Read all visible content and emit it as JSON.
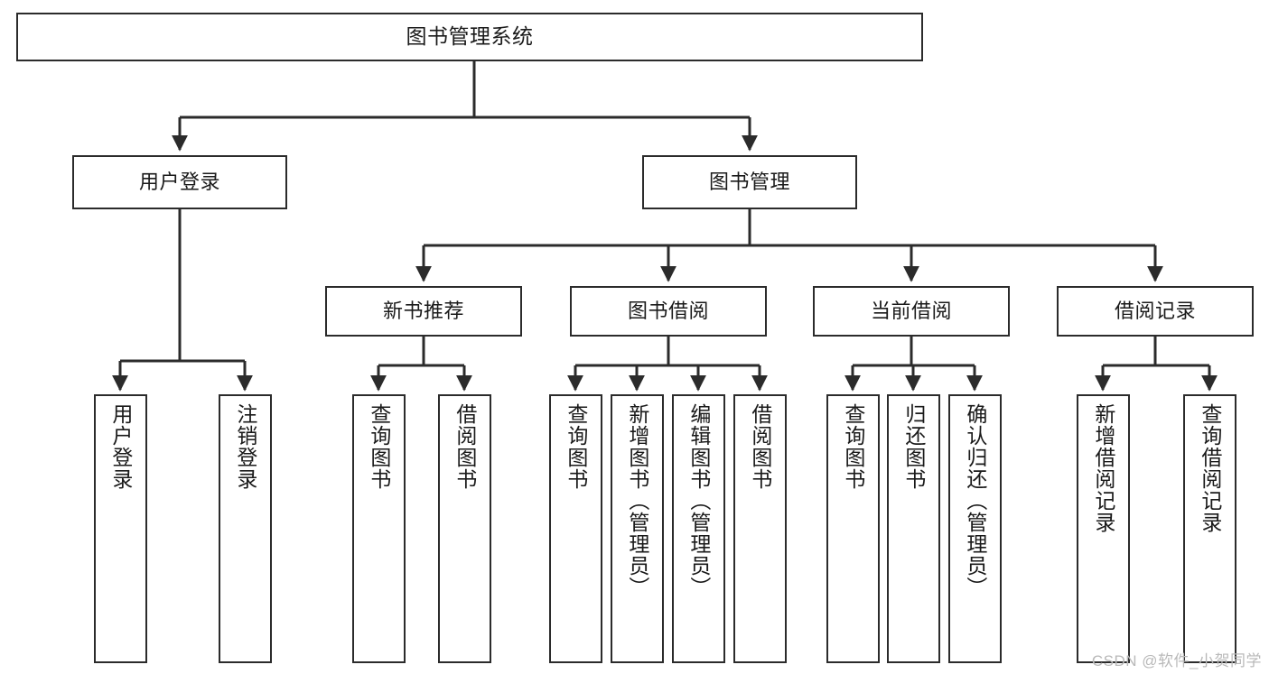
{
  "diagram": {
    "title": "图书管理系统",
    "type": "tree-hierarchy-chart",
    "orientation": "top-down",
    "colors": {
      "box_border": "#2b2b2b",
      "box_fill": "#ffffff",
      "connector": "#2b2b2b",
      "text": "#1a1a1a",
      "watermark": "#b9b9b9"
    }
  },
  "nodes": {
    "root": {
      "label": "图书管理系统"
    },
    "level1": [
      {
        "id": "user-login",
        "label": "用户登录"
      },
      {
        "id": "book-manage",
        "label": "图书管理"
      }
    ],
    "level2": [
      {
        "id": "new-book-recommend",
        "label": "新书推荐"
      },
      {
        "id": "book-borrow",
        "label": "图书借阅"
      },
      {
        "id": "current-borrow",
        "label": "当前借阅"
      },
      {
        "id": "borrow-record",
        "label": "借阅记录"
      }
    ],
    "leaves": {
      "user_login": [
        {
          "id": "leaf-user-login",
          "label": "用户登录"
        },
        {
          "id": "leaf-user-logout",
          "label": "注销登录"
        }
      ],
      "new_book_recommend": [
        {
          "id": "leaf-query-book-1",
          "label": "查询图书"
        },
        {
          "id": "leaf-borrow-book-1",
          "label": "借阅图书"
        }
      ],
      "book_borrow": [
        {
          "id": "leaf-query-book-2",
          "label": "查询图书"
        },
        {
          "id": "leaf-add-book",
          "label": "新增图书（管理员）"
        },
        {
          "id": "leaf-edit-book",
          "label": "编辑图书（管理员）"
        },
        {
          "id": "leaf-borrow-book-2",
          "label": "借阅图书"
        }
      ],
      "current_borrow": [
        {
          "id": "leaf-query-book-3",
          "label": "查询图书"
        },
        {
          "id": "leaf-return-book",
          "label": "归还图书"
        },
        {
          "id": "leaf-confirm-return",
          "label": "确认归还（管理员）"
        }
      ],
      "borrow_record": [
        {
          "id": "leaf-add-record",
          "label": "新增借阅记录"
        },
        {
          "id": "leaf-query-record",
          "label": "查询借阅记录"
        }
      ]
    }
  },
  "watermark": {
    "text": "CSDN @软件_小贺同学"
  }
}
